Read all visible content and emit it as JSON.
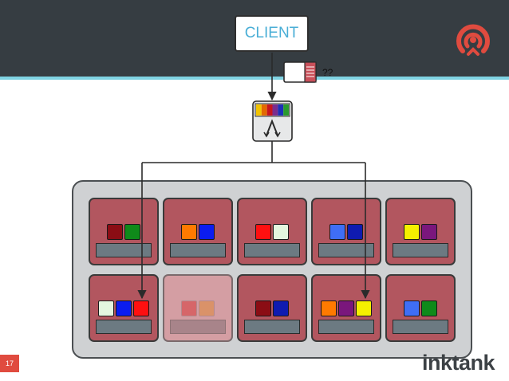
{
  "client": {
    "label": "CLIENT"
  },
  "object_label": "??",
  "slide_number": "17",
  "brand": "inktank",
  "colors": {
    "topbar": "#363d42",
    "accent": "#7fd3e3",
    "node": "#b2565f",
    "logo": "#e04b3f"
  },
  "crush_stripes": [
    "#f2c300",
    "#e36a00",
    "#c8161d",
    "#7a2d8e",
    "#1d2fb7",
    "#2a9a2e"
  ],
  "nodes": [
    {
      "id": "osd-1",
      "row": 1,
      "objects": [
        "#8b0d14",
        "#0f8a1a"
      ]
    },
    {
      "id": "osd-2",
      "row": 1,
      "objects": [
        "#ff7a00",
        "#0b1cf0"
      ]
    },
    {
      "id": "osd-3",
      "row": 1,
      "objects": [
        "#ff1010",
        "#e4f6df"
      ]
    },
    {
      "id": "osd-4",
      "row": 1,
      "objects": [
        "#3f6ef5",
        "#0f1bb0"
      ]
    },
    {
      "id": "osd-5",
      "row": 1,
      "objects": [
        "#f5f000",
        "#7a177c"
      ]
    },
    {
      "id": "osd-6",
      "row": 2,
      "objects": [
        "#e4f6df",
        "#0b1cf0",
        "#ff1010"
      ]
    },
    {
      "id": "osd-7",
      "row": 2,
      "faded": true,
      "objects": [
        "#d83a3a",
        "#e08a3a"
      ]
    },
    {
      "id": "osd-8",
      "row": 2,
      "objects": [
        "#8b0d14",
        "#0f1bb0"
      ]
    },
    {
      "id": "osd-9",
      "row": 2,
      "objects": [
        "#ff7a00",
        "#7a177c",
        "#f5f000"
      ]
    },
    {
      "id": "osd-10",
      "row": 2,
      "objects": [
        "#3f6ef5",
        "#0f8a1a"
      ]
    }
  ]
}
